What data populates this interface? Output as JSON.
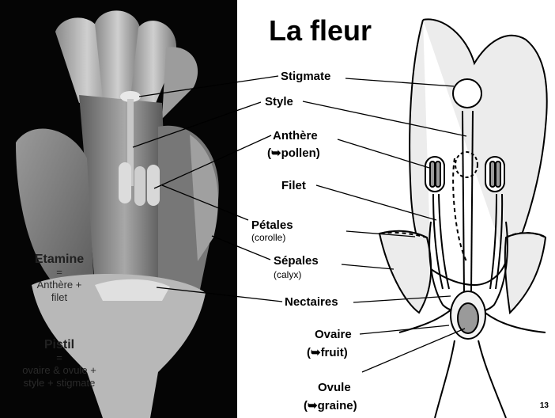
{
  "title": "La fleur",
  "labels": {
    "stigmate": "Stigmate",
    "style": "Style",
    "anthere": "Anthère",
    "anthere_note": "(➥pollen)",
    "filet": "Filet",
    "petales": "Pétales",
    "petales_note": "(corolle)",
    "sepales": "Sépales",
    "sepales_note": "(calyx)",
    "nectaires": "Nectaires",
    "ovaire": "Ovaire",
    "ovaire_note": "(➥fruit)",
    "ovule": "Ovule",
    "ovule_note": "(➥graine)"
  },
  "overlay": {
    "etamine_title": "Etamine",
    "etamine_eq": "=",
    "etamine_line1": "Anthère +",
    "etamine_line2": "filet",
    "pistil_title": "Pistil",
    "pistil_eq": "=",
    "pistil_line1": "ovaire & ovule +",
    "pistil_line2": "style + stigmate"
  },
  "page_number": "13"
}
